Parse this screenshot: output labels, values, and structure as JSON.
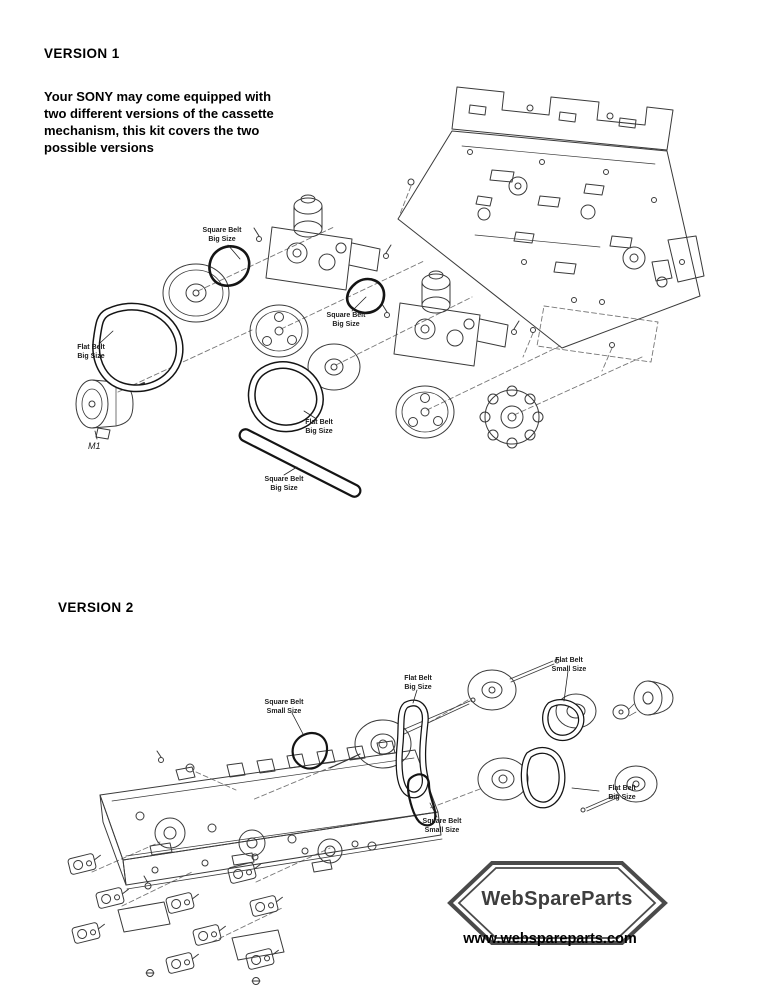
{
  "version1": {
    "title": "VERSION 1",
    "intro": "Your SONY may come equipped with\ntwo different versions of the cassette\nmechanism, this kit covers the two\npossible versions",
    "labels": [
      {
        "text": "Square Belt\nBig Size"
      },
      {
        "text": "Square Belt\nBig Size"
      },
      {
        "text": "Flat Belt\nBig Size"
      },
      {
        "text": "Flat Belt\nBig Size"
      },
      {
        "text": "Square Belt\nBig Size"
      }
    ],
    "motor_label": "M1"
  },
  "version2": {
    "title": "VERSION 2",
    "labels": [
      {
        "text": "Square Belt\nSmall Size"
      },
      {
        "text": "Flat Belt\nBig Size"
      },
      {
        "text": "Flat Belt\nSmall Size"
      },
      {
        "text": "Square Belt\nSmall Size"
      },
      {
        "text": "Flat Belt\nBig Size"
      }
    ]
  },
  "footer": {
    "brand": "WebSpareParts",
    "url": "www.webspareparts.com"
  },
  "colors": {
    "ink": "#2e2e2e",
    "logo_gray": "#4a4a4a",
    "background": "#ffffff"
  }
}
